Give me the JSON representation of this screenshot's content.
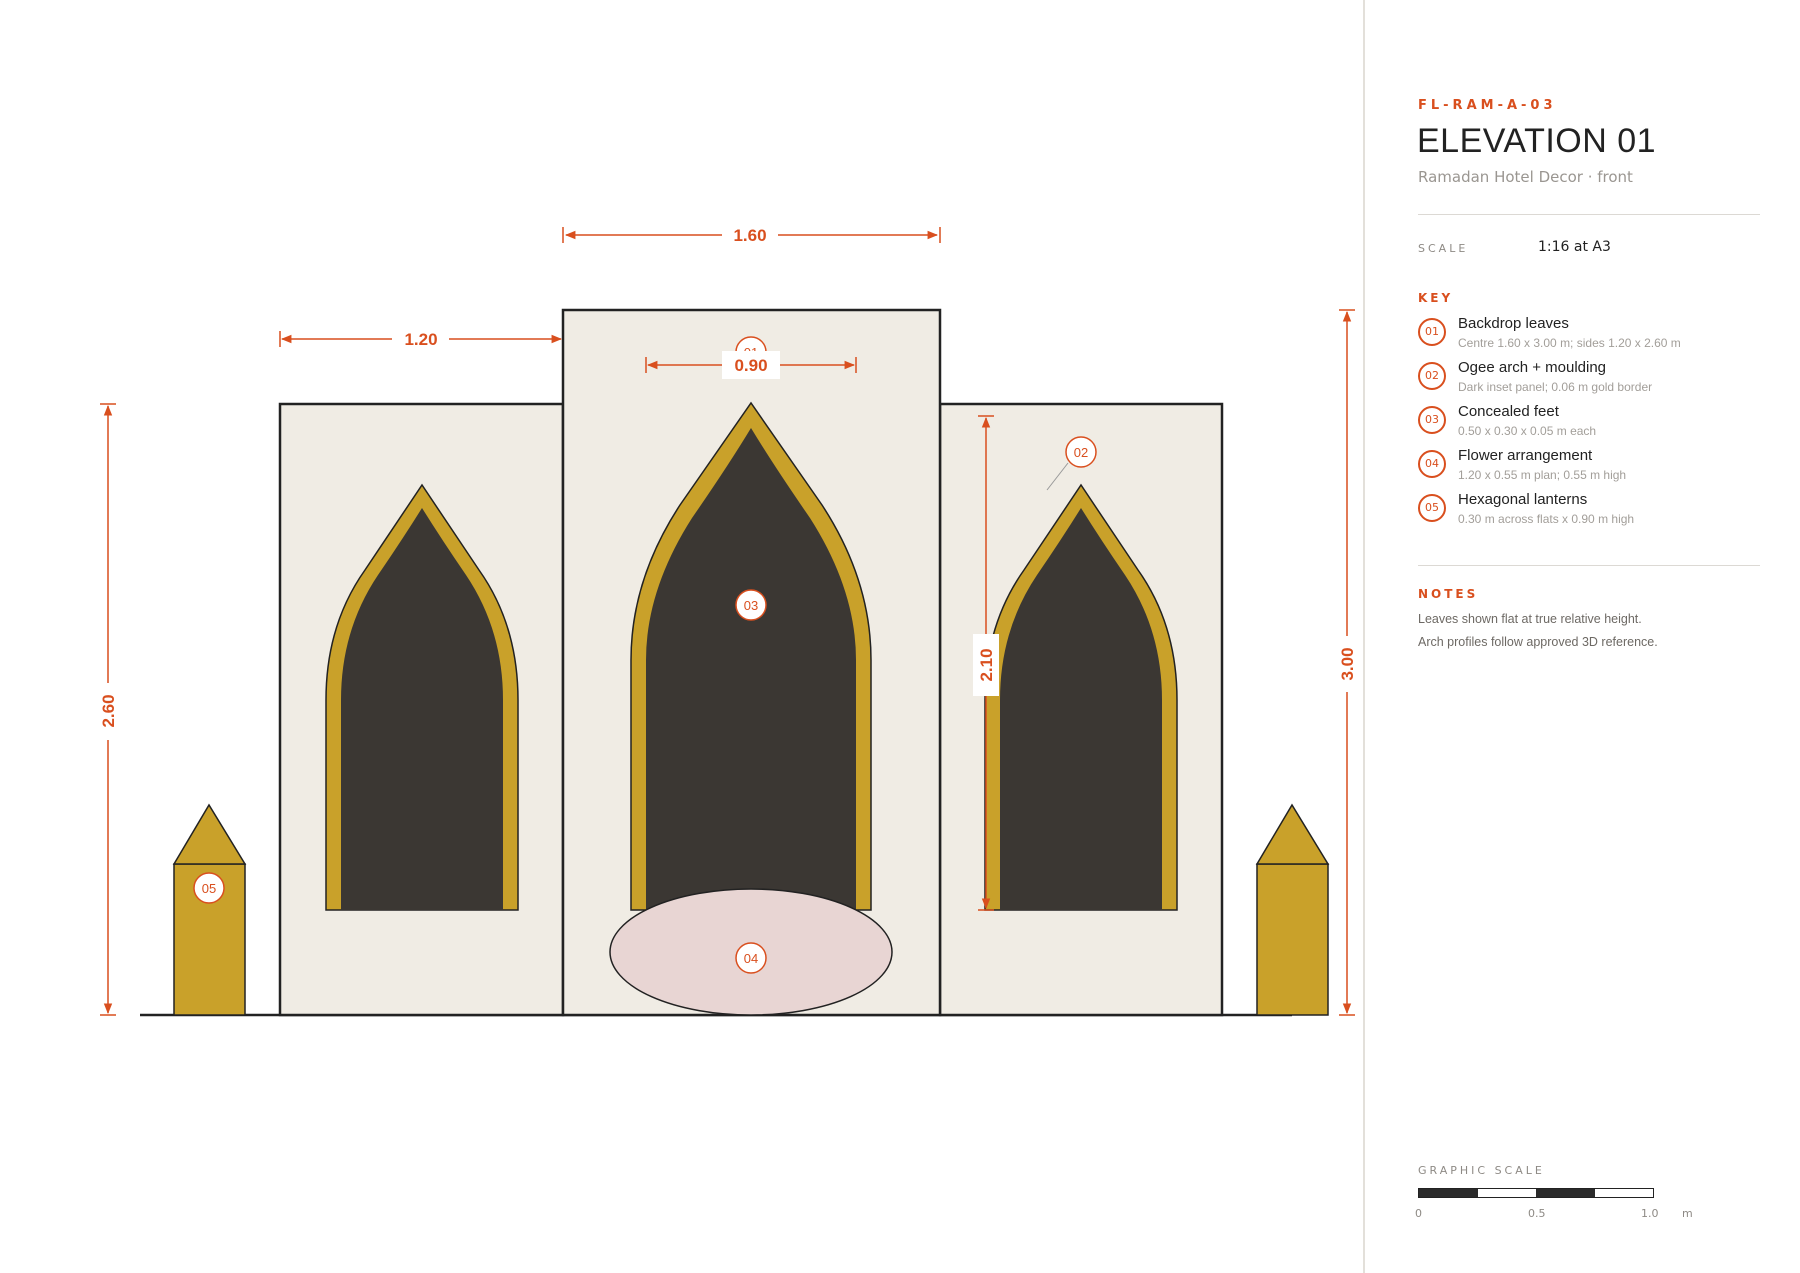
{
  "sheet": {
    "code": "FL-RAM-A-03",
    "title": "ELEVATION 01",
    "subtitle": "Ramadan Hotel Decor · front"
  },
  "scale": {
    "label": "SCALE",
    "value": "1:16 at A3"
  },
  "key": {
    "label": "KEY",
    "items": [
      {
        "num": "01",
        "title": "Backdrop leaves",
        "desc": "Centre 1.60 x 3.00 m; sides 1.20 x 2.60 m"
      },
      {
        "num": "02",
        "title": "Ogee arch + moulding",
        "desc": "Dark inset panel; 0.06 m gold border"
      },
      {
        "num": "03",
        "title": "Concealed feet",
        "desc": "0.50 x 0.30 x 0.05 m each"
      },
      {
        "num": "04",
        "title": "Flower arrangement",
        "desc": "1.20 x 0.55 m plan; 0.55 m high"
      },
      {
        "num": "05",
        "title": "Hexagonal lanterns",
        "desc": "0.30 m across flats x 0.90 m high"
      }
    ]
  },
  "notes": {
    "label": "NOTES",
    "lines": [
      "Leaves shown flat at true relative height.",
      "Arch profiles follow approved 3D reference."
    ]
  },
  "graphic_scale": {
    "label": "GRAPHIC SCALE",
    "ticks": [
      "0",
      "0.5",
      "1.0"
    ],
    "unit": "m"
  },
  "drawing": {
    "dimensions": {
      "centre_width": "1.60",
      "side_width": "1.20",
      "arch_width": "0.90",
      "arch_height": "2.10",
      "side_height": "2.60",
      "centre_height": "3.00"
    },
    "tags": {
      "backdrop": "01",
      "arch": "02",
      "feet": "03",
      "flowers": "04",
      "lantern": "05"
    }
  },
  "colors": {
    "accent": "#d94f1e",
    "panel_fill": "#f0ece4",
    "arch_dark": "#3b3733",
    "gold": "#c9a12a",
    "flower_fill": "#e8d5d3",
    "line": "#222222"
  }
}
